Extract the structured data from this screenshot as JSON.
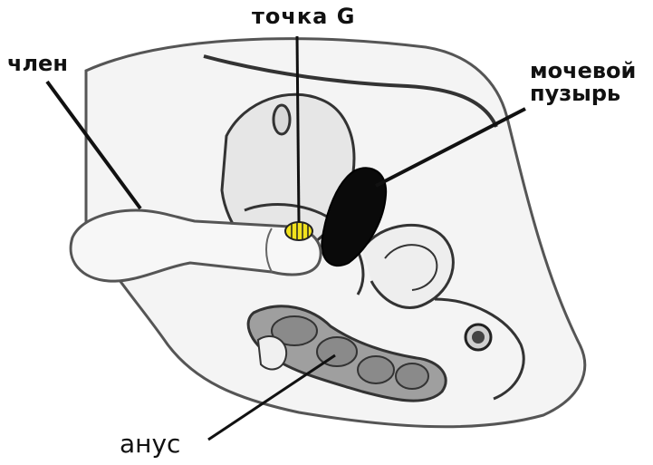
{
  "labels": {
    "gspot": "точка G",
    "penis": "член",
    "bladder_line1": "мочевой",
    "bladder_line2": "пузырь",
    "anus": "анус"
  },
  "colors": {
    "outline": "#222222",
    "body_fill": "#f2f2f2",
    "shadow": "#d6d6d6",
    "bladder": "#0a0a0a",
    "gspot": "#f2e21c",
    "rectum": "#9a9a9a"
  }
}
